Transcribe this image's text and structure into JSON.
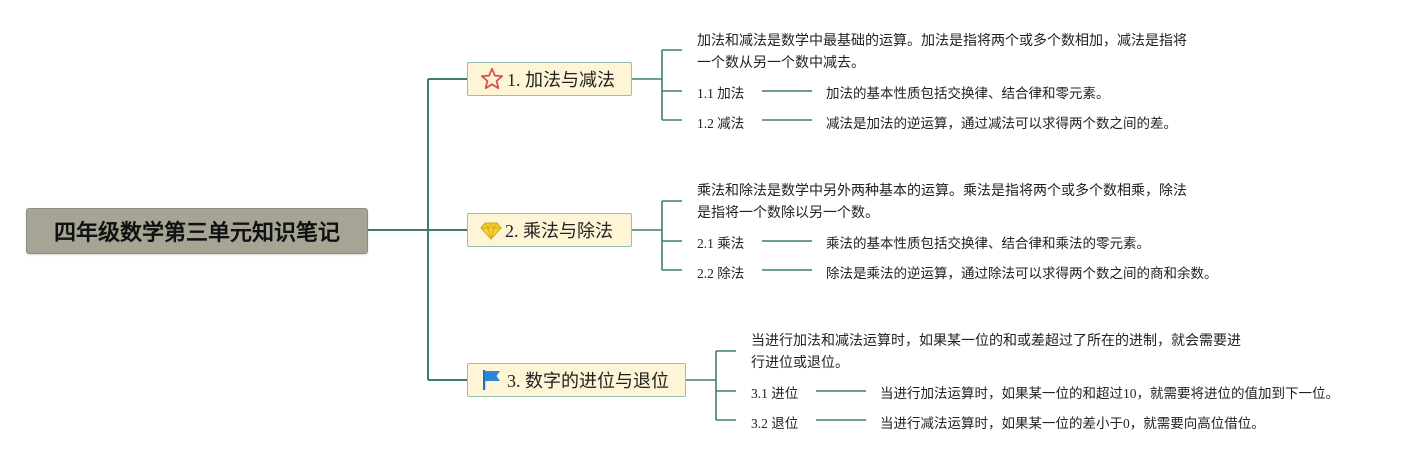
{
  "central": {
    "title": "四年级数学第三单元知识笔记"
  },
  "topics": [
    {
      "icon": "star-icon",
      "title": "1. 加法与减法",
      "desc_lines": [
        "加法和减法是数学中最基础的运算。加法是指将两个或多个数相加，减法是指将",
        "一个数从另一个数中减去。"
      ],
      "subs": [
        {
          "label": "1.1 加法",
          "detail": "加法的基本性质包括交换律、结合律和零元素。"
        },
        {
          "label": "1.2 减法",
          "detail": "减法是加法的逆运算，通过减法可以求得两个数之间的差。"
        }
      ]
    },
    {
      "icon": "gem-icon",
      "title": "2. 乘法与除法",
      "desc_lines": [
        "乘法和除法是数学中另外两种基本的运算。乘法是指将两个或多个数相乘，除法",
        "是指将一个数除以另一个数。"
      ],
      "subs": [
        {
          "label": "2.1 乘法",
          "detail": "乘法的基本性质包括交换律、结合律和乘法的零元素。"
        },
        {
          "label": "2.2 除法",
          "detail": "除法是乘法的逆运算，通过除法可以求得两个数之间的商和余数。"
        }
      ]
    },
    {
      "icon": "flag-icon",
      "title": "3. 数字的进位与退位",
      "desc_lines": [
        "当进行加法和减法运算时，如果某一位的和或差超过了所在的进制，就会需要进",
        "行进位或退位。"
      ],
      "subs": [
        {
          "label": "3.1 进位",
          "detail": "当进行加法运算时，如果某一位的和超过10，就需要将进位的值加到下一位。"
        },
        {
          "label": "3.2 退位",
          "detail": "当进行减法运算时，如果某一位的差小于0，就需要向高位借位。"
        }
      ]
    }
  ],
  "colors": {
    "connector": "#3e7d6e",
    "central_fill": "#a6a494",
    "topic_fill": "#fdf5d6",
    "topic_border": "#96c1a8",
    "star": "#d9534f",
    "gem": "#f5d332",
    "flag": "#2b86d9"
  }
}
